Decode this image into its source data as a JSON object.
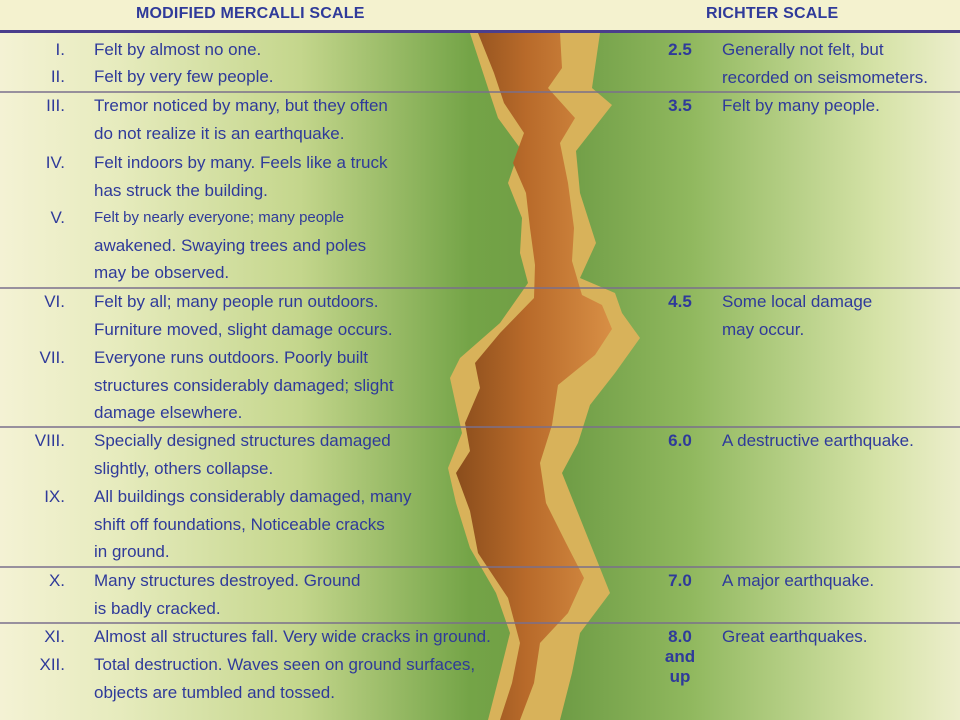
{
  "header": {
    "mercalli_title": "MODIFIED MERCALLI SCALE",
    "richter_title": "RICHTER SCALE"
  },
  "mercalli": [
    {
      "numeral": "I.",
      "lines": [
        "Felt by almost no one."
      ]
    },
    {
      "numeral": "II.",
      "lines": [
        "Felt by very few people."
      ]
    },
    {
      "numeral": "III.",
      "lines": [
        "Tremor noticed by many, but they often",
        "do not realize it is an earthquake."
      ]
    },
    {
      "numeral": "IV.",
      "lines": [
        "Felt indoors by many.  Feels like a truck",
        "has struck the building."
      ]
    },
    {
      "numeral": "V.",
      "lines": [
        "Felt by nearly everyone; many people",
        "awakened.  Swaying trees and poles",
        "may be observed."
      ]
    },
    {
      "numeral": "VI.",
      "lines": [
        "Felt by all; many people run outdoors.",
        "Furniture moved, slight damage occurs."
      ]
    },
    {
      "numeral": "VII.",
      "lines": [
        "Everyone runs outdoors.  Poorly built",
        "structures considerably damaged; slight",
        "damage elsewhere."
      ]
    },
    {
      "numeral": "VIII.",
      "lines": [
        "Specially designed structures damaged",
        "slightly, others collapse."
      ]
    },
    {
      "numeral": "IX.",
      "lines": [
        "All buildings considerably damaged, many",
        "shift off foundations, Noticeable cracks",
        "in ground."
      ]
    },
    {
      "numeral": "X.",
      "lines": [
        "Many structures destroyed.  Ground",
        "is badly cracked."
      ]
    },
    {
      "numeral": "XI.",
      "lines": [
        "Almost all structures fall.  Very wide cracks in ground."
      ]
    },
    {
      "numeral": "XII.",
      "lines": [
        "Total destruction.  Waves seen on ground surfaces,",
        "objects are tumbled and tossed."
      ]
    }
  ],
  "richter": [
    {
      "magnitude": [
        "2.5"
      ],
      "lines": [
        "Generally not felt, but",
        "recorded on seismometers."
      ]
    },
    {
      "magnitude": [
        "3.5"
      ],
      "lines": [
        "Felt by many people."
      ]
    },
    {
      "magnitude": [
        "4.5"
      ],
      "lines": [
        "Some local damage",
        "may occur."
      ]
    },
    {
      "magnitude": [
        "6.0"
      ],
      "lines": [
        "A destructive earthquake."
      ]
    },
    {
      "magnitude": [
        "7.0"
      ],
      "lines": [
        "A major earthquake."
      ]
    },
    {
      "magnitude": [
        "8.0",
        "and",
        "up"
      ],
      "lines": [
        "Great earthquakes."
      ]
    }
  ],
  "colors": {
    "text": "#2f3a9a",
    "crack_fill": "#b86a2a",
    "crack_rim": "#d8b25a",
    "divider": "#7a6f8c"
  }
}
